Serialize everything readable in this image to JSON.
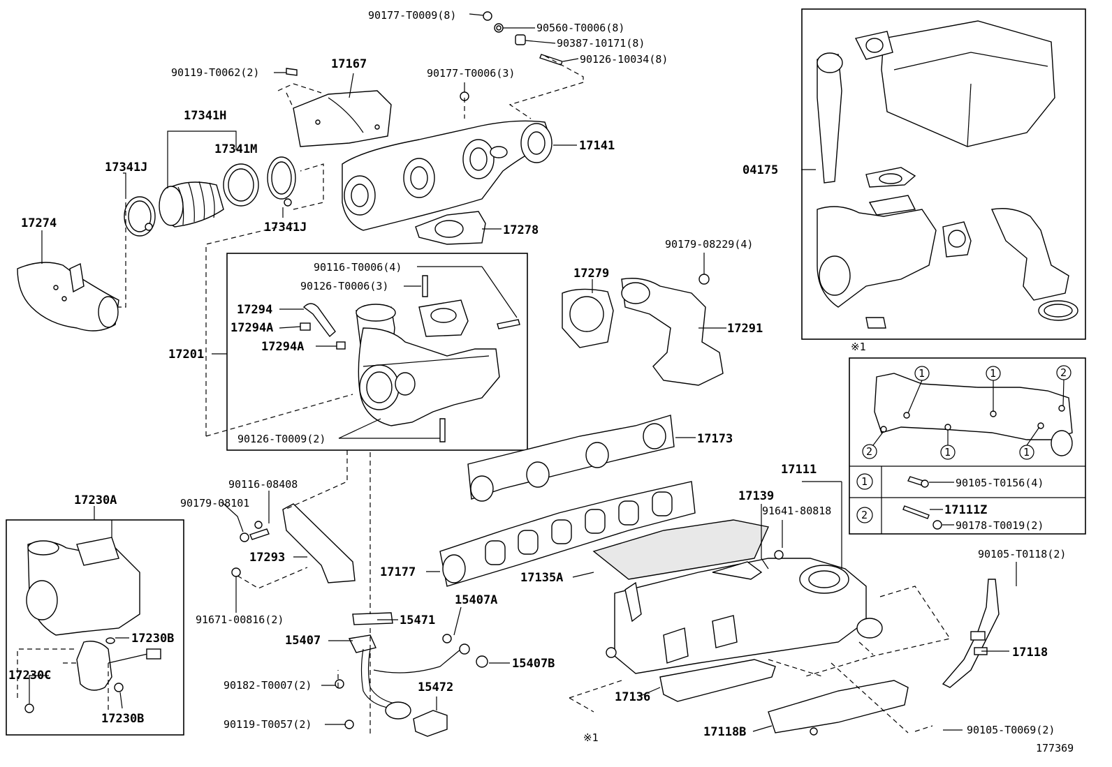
{
  "labels": {
    "p90177_T0009": "90177-T0009(8)",
    "p90560_T0006": "90560-T0006(8)",
    "p90387_10171": "90387-10171(8)",
    "p90126_10034": "90126-10034(8)",
    "p90119_T0062": "90119-T0062(2)",
    "p17167": "17167",
    "p90177_T0006": "90177-T0006(3)",
    "p17341H": "17341H",
    "p17341M": "17341M",
    "p17341J_a": "17341J",
    "p17341J_b": "17341J",
    "p17274": "17274",
    "p17141": "17141",
    "p17278": "17278",
    "p04175": "04175",
    "p90116_T0006": "90116-T0006(4)",
    "p90126_T0006": "90126-T0006(3)",
    "p17294": "17294",
    "p17294A_a": "17294A",
    "p17294A_b": "17294A",
    "p17201": "17201",
    "p90126_T0009": "90126-T0009(2)",
    "p90179_08229": "90179-08229(4)",
    "p17279": "17279",
    "p17291": "17291",
    "note1_top": "※1",
    "p17173": "17173",
    "p90116_08408": "90116-08408",
    "p90179_08101": "90179-08101",
    "p17293": "17293",
    "p91671_00816": "91671-00816(2)",
    "p17230A": "17230A",
    "p17230B_a": "17230B",
    "p17230B_b": "17230B",
    "p17230C": "17230C",
    "p17111": "17111",
    "p17139": "17139",
    "p91641_80818": "91641-80818",
    "p17177": "17177",
    "p17135A": "17135A",
    "p15407A": "15407A",
    "p15471": "15471",
    "p15407": "15407",
    "p15407B": "15407B",
    "p90182_T0007": "90182-T0007(2)",
    "p15472": "15472",
    "p90119_T0057": "90119-T0057(2)",
    "p17136": "17136",
    "note1_bottom": "※1",
    "p17118B": "17118B",
    "p90105_T0069": "90105-T0069(2)",
    "p90105_T0118": "90105-T0118(2)",
    "p17118": "17118",
    "ref_id": "177369"
  },
  "legend": {
    "circle1": "1",
    "circle2": "2",
    "row1_part": "90105-T0156(4)",
    "row2_part_a": "17111Z",
    "row2_part_b": "90178-T0019(2)"
  }
}
